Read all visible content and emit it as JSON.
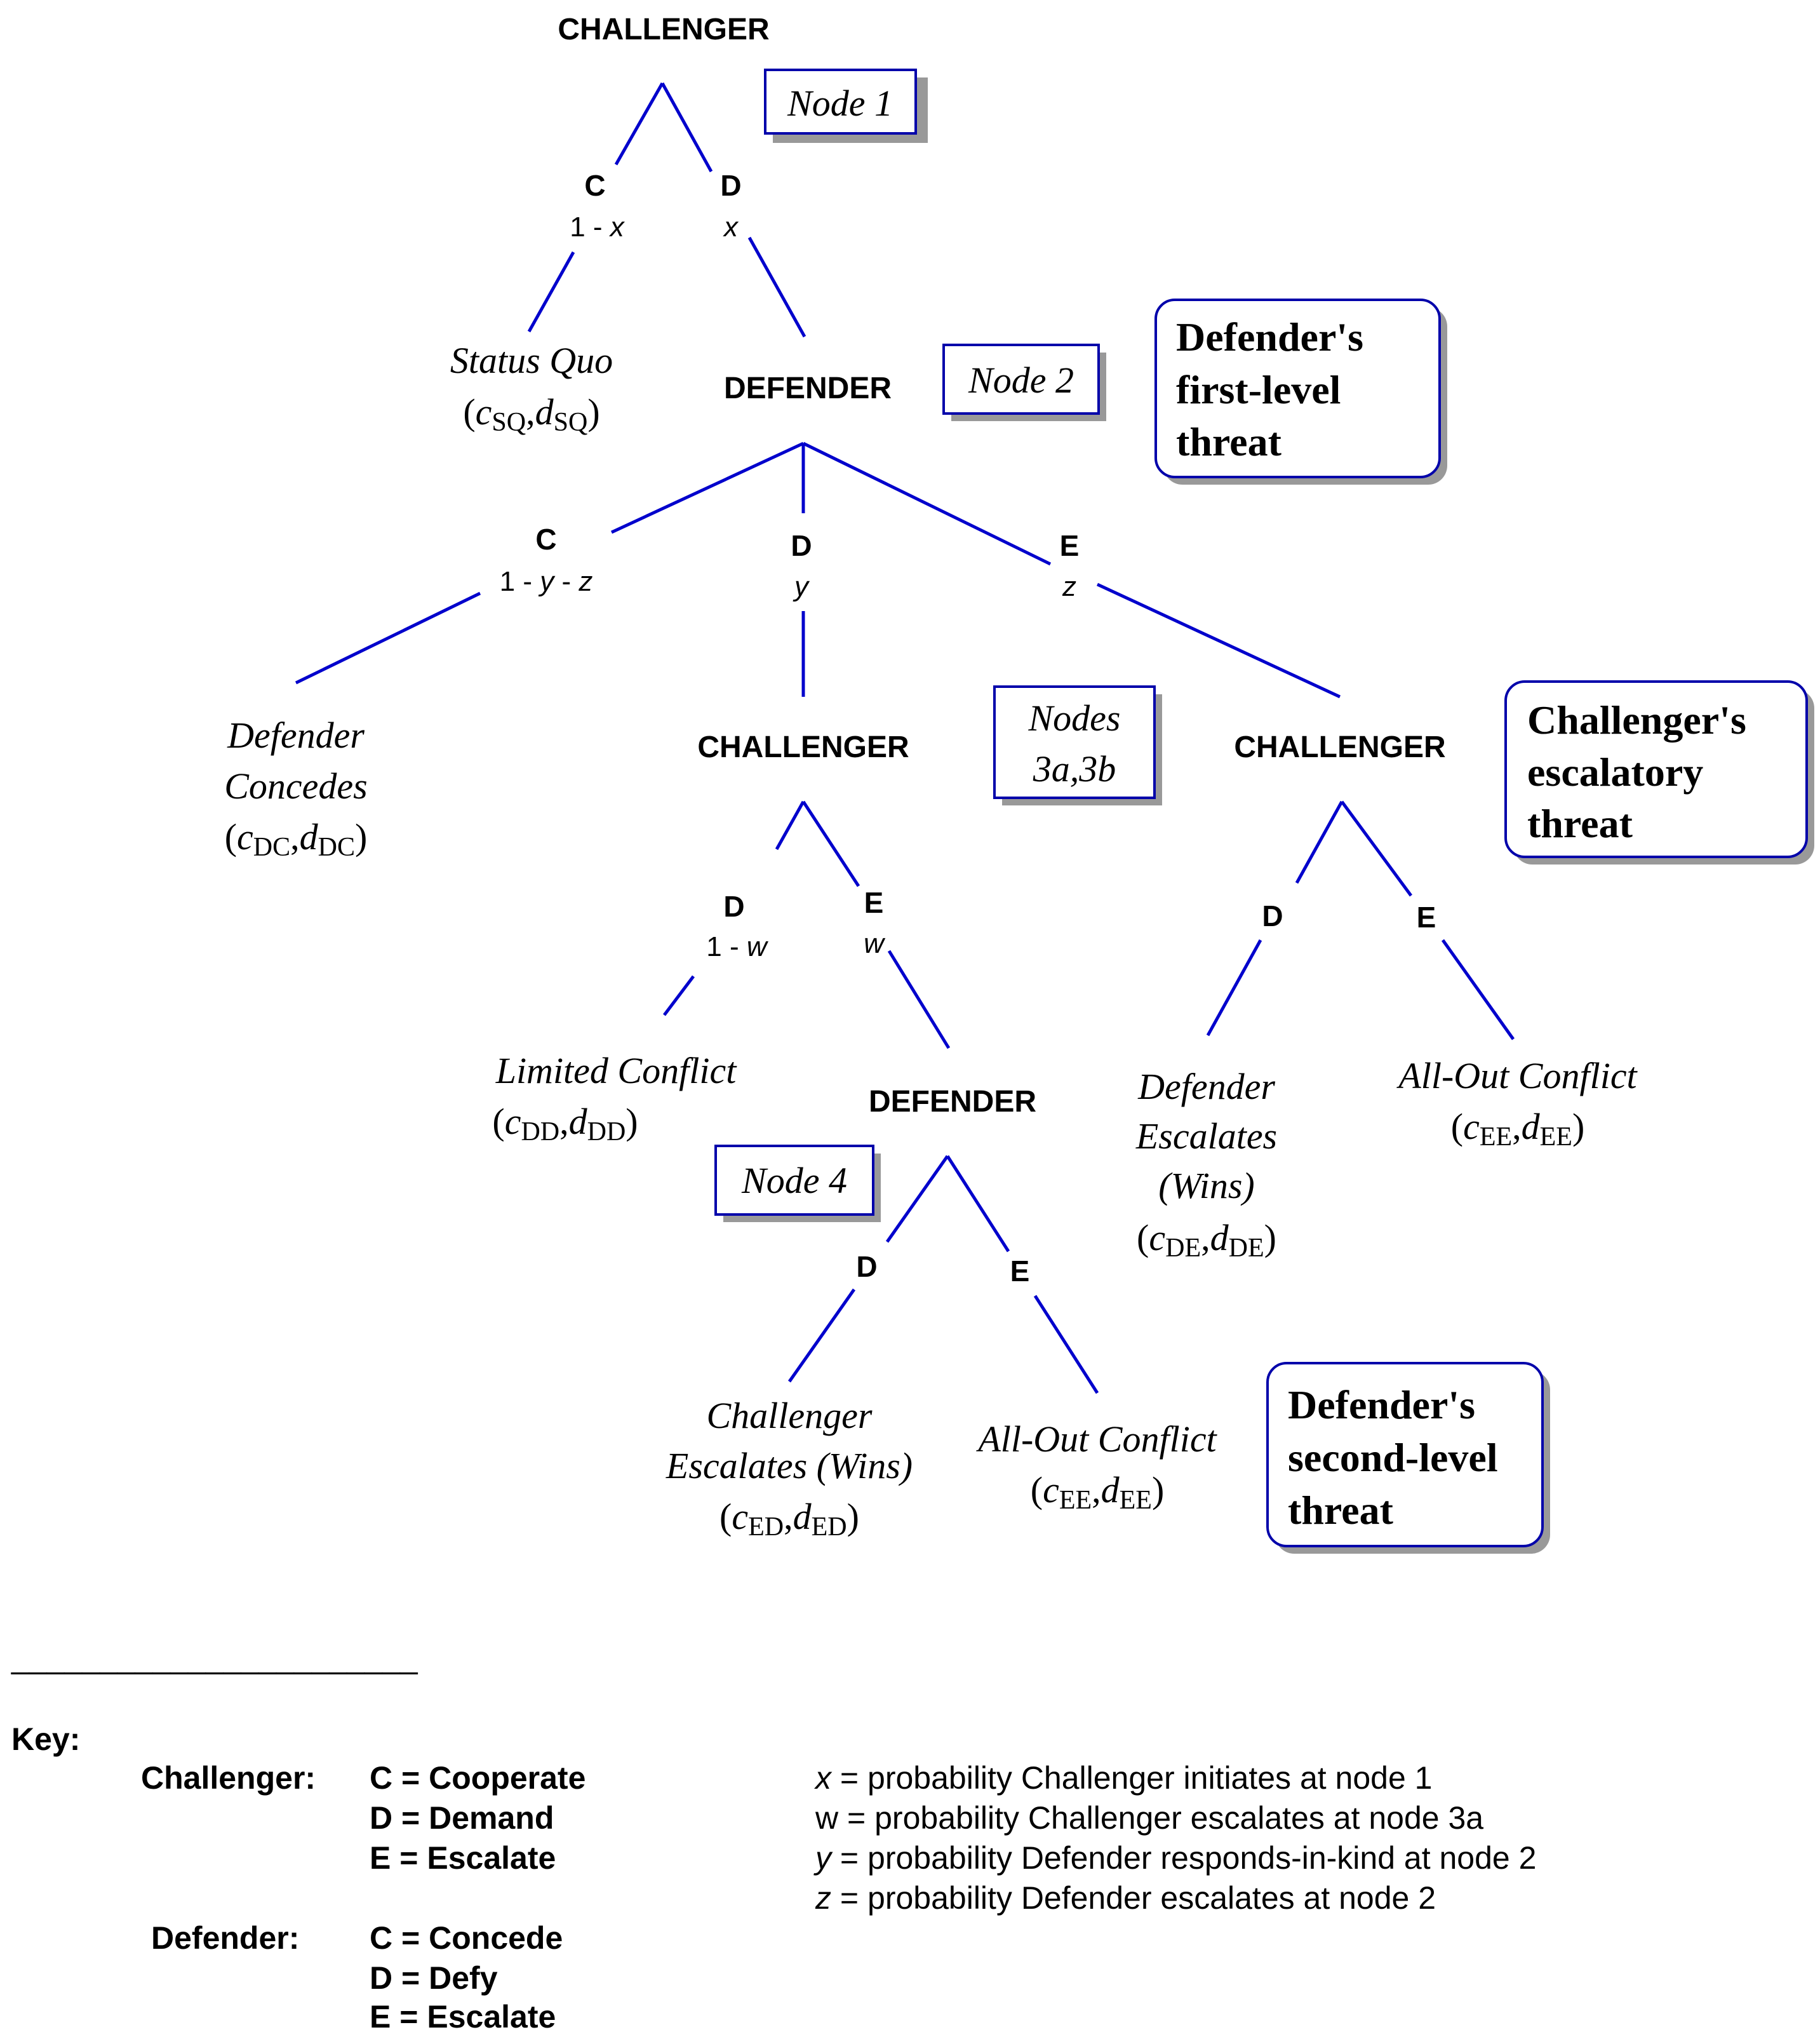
{
  "players": {
    "challenger": "CHALLENGER",
    "defender": "DEFENDER"
  },
  "moves": {
    "c": "C",
    "d": "D",
    "e": "E"
  },
  "probabilities": {
    "one": "1",
    "minus": "-",
    "x": "x",
    "y": "y",
    "z": "z",
    "w": "w"
  },
  "outcomes": {
    "status_quo": {
      "name": "Status Quo",
      "c_sub": "SQ",
      "d_sub": "SQ"
    },
    "defender_concedes": {
      "name_line1": "Defender",
      "name_line2": "Concedes",
      "c_sub": "DC",
      "d_sub": "DC"
    },
    "limited_conflict": {
      "name": "Limited Conflict",
      "c_sub": "DD",
      "d_sub": "DD"
    },
    "defender_escalates": {
      "name_line1": "Defender",
      "name_line2": "Escalates",
      "name_line3": "(Wins)",
      "c_sub": "DE",
      "d_sub": "DE"
    },
    "all_out_conflict_upper": {
      "name": "All-Out Conflict",
      "c_sub": "EE",
      "d_sub": "EE"
    },
    "challenger_escalates": {
      "name_line1": "Challenger",
      "name_line2": "Escalates (Wins)",
      "c_sub": "ED",
      "d_sub": "ED"
    },
    "all_out_conflict_lower": {
      "name": "All-Out Conflict",
      "c_sub": "EE",
      "d_sub": "EE"
    }
  },
  "payoff_symbols": {
    "c": "c",
    "d": "d",
    "open": "(",
    "close": ")",
    "comma": ","
  },
  "node_labels": {
    "node1": "Node 1",
    "node2": "Node 2",
    "nodes3_line1": "Nodes",
    "nodes3_line2": "3a,3b",
    "node4": "Node 4"
  },
  "threats": {
    "defender_first": [
      "Defender's",
      "first-level",
      "threat"
    ],
    "challenger_escalatory": [
      "Challenger's",
      "escalatory",
      "threat"
    ],
    "defender_second": [
      "Defender's",
      "second-level",
      "threat"
    ]
  },
  "key": {
    "rule": "_______________________",
    "title": "Key:",
    "challenger_label": "Challenger:",
    "defender_label": "Defender:",
    "eq": "=",
    "challenger_moves": [
      {
        "letter": "C",
        "meaning": "Cooperate"
      },
      {
        "letter": "D",
        "meaning": "Demand"
      },
      {
        "letter": "E",
        "meaning": "Escalate"
      }
    ],
    "defender_moves": [
      {
        "letter": "C",
        "meaning": "Concede"
      },
      {
        "letter": "D",
        "meaning": "Defy"
      },
      {
        "letter": "E",
        "meaning": "Escalate"
      }
    ],
    "variables": [
      {
        "symbol": "x",
        "text": "probability Challenger initiates at node 1"
      },
      {
        "symbol": "w",
        "text": "probability Challenger escalates at node 3a"
      },
      {
        "symbol": "y",
        "text": "probability Defender responds-in-kind at node 2"
      },
      {
        "symbol": "z",
        "text": "probability Defender escalates at node 2"
      }
    ]
  },
  "colors": {
    "edge": "#0000cc",
    "box_border": "#0000aa",
    "shadow": "#999999"
  }
}
